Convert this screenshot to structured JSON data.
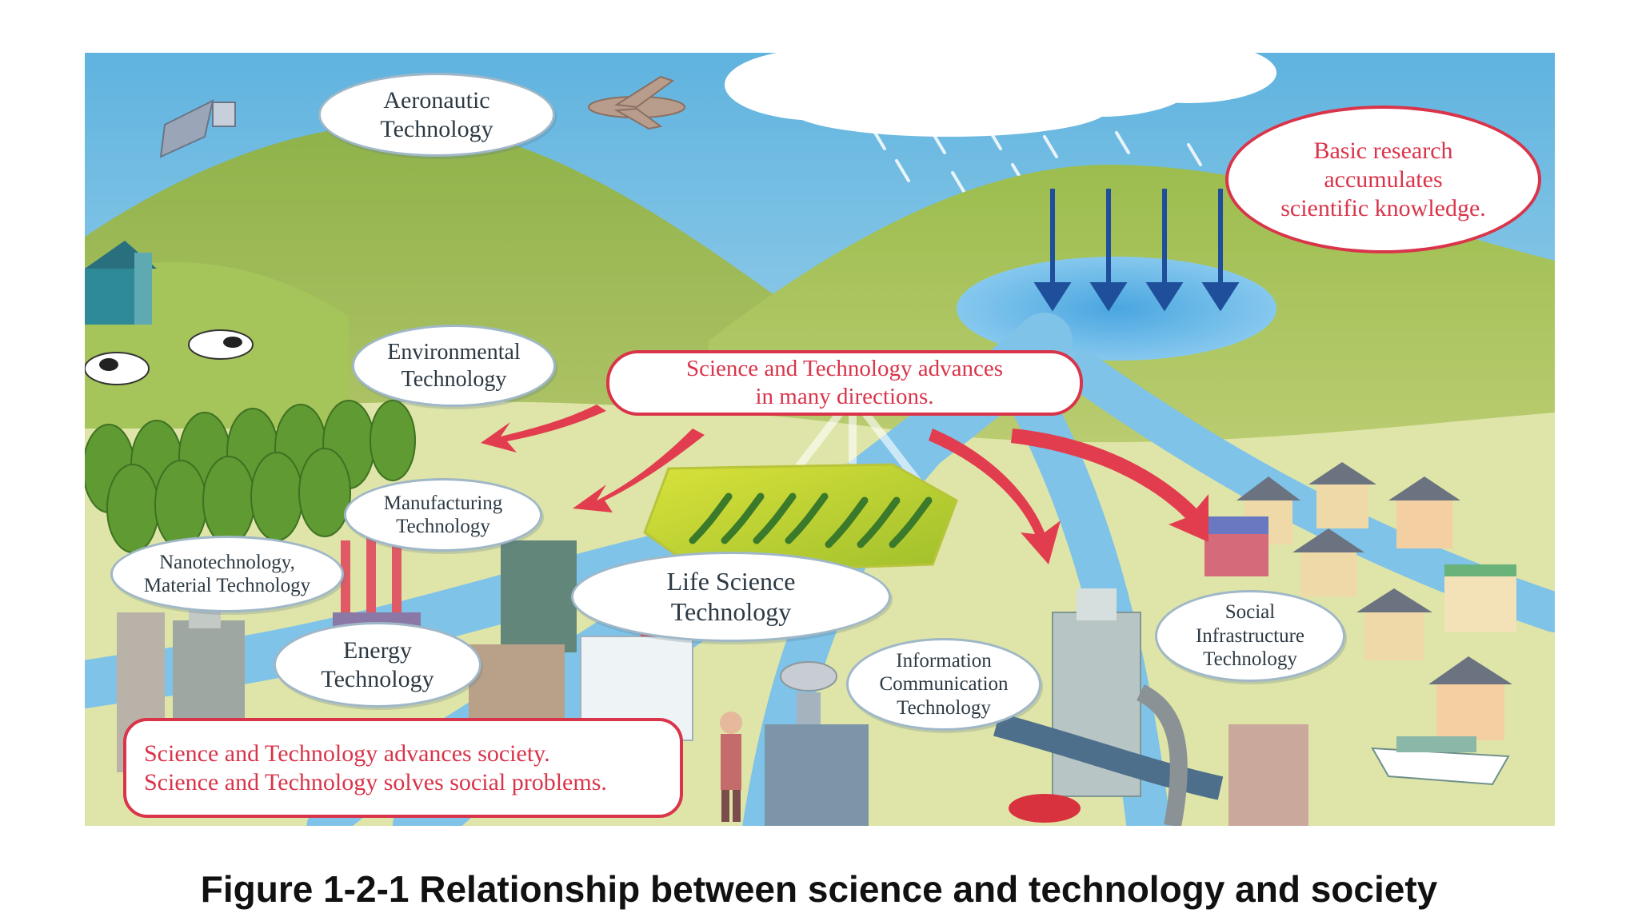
{
  "labels": {
    "aeronautic": [
      "Aeronautic",
      "Technology"
    ],
    "environmental": [
      "Environmental",
      "Technology"
    ],
    "manufacturing": [
      "Manufacturing",
      "Technology"
    ],
    "nanotech": [
      "Nanotechnology,",
      "Material Technology"
    ],
    "energy": [
      "Energy",
      "Technology"
    ],
    "life_science": [
      "Life Science",
      "Technology"
    ],
    "info_comm": [
      "Information",
      "Communication",
      "Technology"
    ],
    "social_infra": [
      "Social",
      "Infrastructure",
      "Technology"
    ]
  },
  "callouts": {
    "basic_research": [
      "Basic research",
      "accumulates",
      "scientific knowledge."
    ],
    "advances_directions": [
      "Science and Technology advances",
      "in many directions."
    ],
    "advances_society": [
      "Science and Technology advances society.",
      "Science and Technology solves social problems."
    ]
  },
  "caption": "Figure 1-2-1 Relationship between science and technology and society",
  "colors": {
    "sky": "#7fc6e6",
    "hill_green": "#a9c65a",
    "river": "#7fc3e8",
    "callout_red": "#d9344a",
    "arrow_red": "#e23d4f",
    "arrow_blue": "#1f4f9a",
    "bubble_border": "#9fb7c7"
  }
}
